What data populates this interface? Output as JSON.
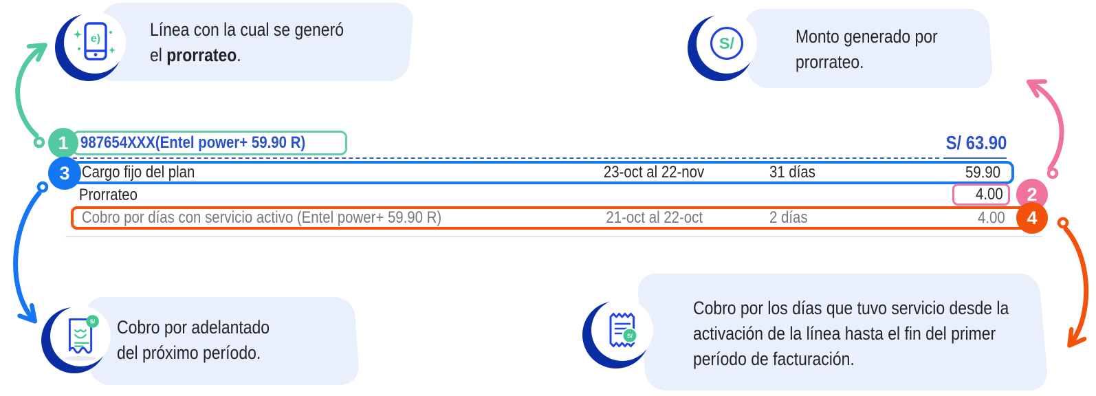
{
  "colors": {
    "bubble_bg": "#E9EFFB",
    "navy_circle": "#0B2DA4",
    "icon_blue": "#2143E6",
    "green": "#41C695",
    "teal": "#52C9A2",
    "blue": "#1476F2",
    "royal_blue_text": "#2B51CC",
    "pink": "#F0739F",
    "orange": "#F3520C",
    "text_dark": "#222328",
    "text_gray": "#77787C"
  },
  "callouts": {
    "top_left": {
      "line1": "Línea con la cual se generó",
      "line2_pre": "el ",
      "line2_bold": "prorrateo",
      "line2_post": "."
    },
    "top_right": {
      "line1": "Monto generado por",
      "line2": "prorrateo."
    },
    "bottom_left": {
      "line1": "Cobro por adelantado",
      "line2": "del próximo período."
    },
    "bottom_right": {
      "text": "Cobro por los días que tuvo servicio desde la activación de la línea hasta el fin del primer período de facturación."
    }
  },
  "invoice": {
    "line_number": "987654XXX(Entel power+ 59.90 R)",
    "total": "S/ 63.90",
    "rows": [
      {
        "label": "Cargo fijo del plan",
        "period": "23-oct al 22-nov",
        "days": "31 días",
        "amount": "59.90"
      },
      {
        "label": "Prorrateo",
        "amount": "4.00"
      },
      {
        "label": "Cobro por días con servicio activo (Entel power+ 59.90 R)",
        "period": "21-oct al 22-oct",
        "days": "2 días",
        "amount": "4.00"
      }
    ]
  },
  "badges": [
    {
      "label": "1"
    },
    {
      "label": "2"
    },
    {
      "label": "3"
    },
    {
      "label": "4"
    }
  ],
  "icons": {
    "entel_logo": "e)",
    "currency": "S/"
  }
}
